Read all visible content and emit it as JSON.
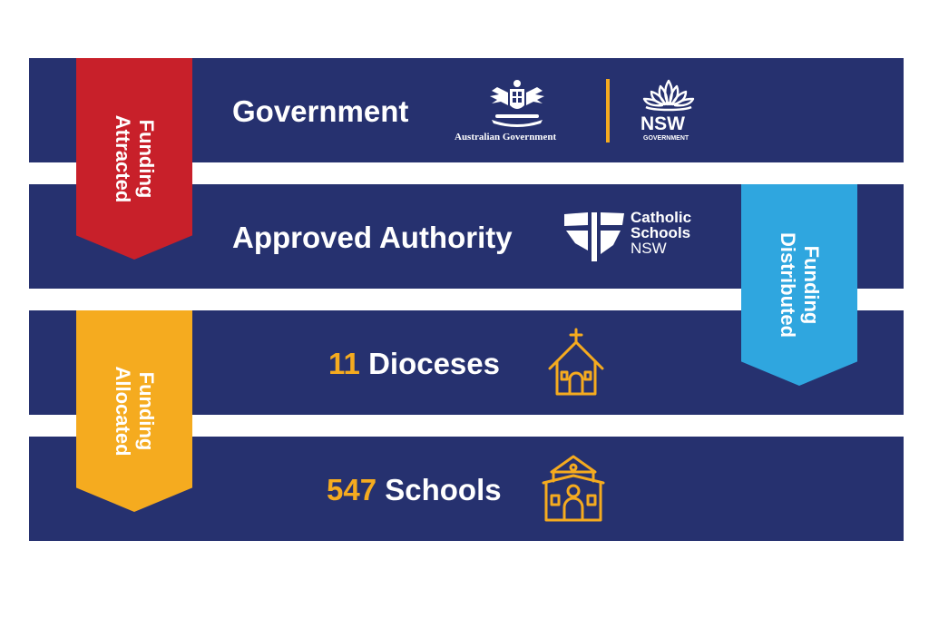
{
  "colors": {
    "band": "#26316f",
    "attracted": "#c8202a",
    "allocated": "#f5ab1f",
    "distributed": "#2fa6df",
    "number": "#f5ab1f"
  },
  "levels": [
    {
      "label": "Government"
    },
    {
      "label": "Approved Authority"
    },
    {
      "number": "11",
      "label": "Dioceses",
      "icon": "church-icon"
    },
    {
      "number": "547",
      "label": "Schools",
      "icon": "school-icon"
    }
  ],
  "ribbons": {
    "attracted": {
      "line1": "Funding",
      "line2": "Attracted"
    },
    "allocated": {
      "line1": "Funding",
      "line2": "Allocated"
    },
    "distributed": {
      "line1": "Funding",
      "line2": "Distributed"
    }
  },
  "logos": {
    "australian_government": "Australian Government",
    "nsw": {
      "name": "NSW",
      "sub": "GOVERNMENT"
    },
    "catholic_schools": {
      "line1": "Catholic",
      "line2": "Schools",
      "line3": "NSW"
    }
  }
}
